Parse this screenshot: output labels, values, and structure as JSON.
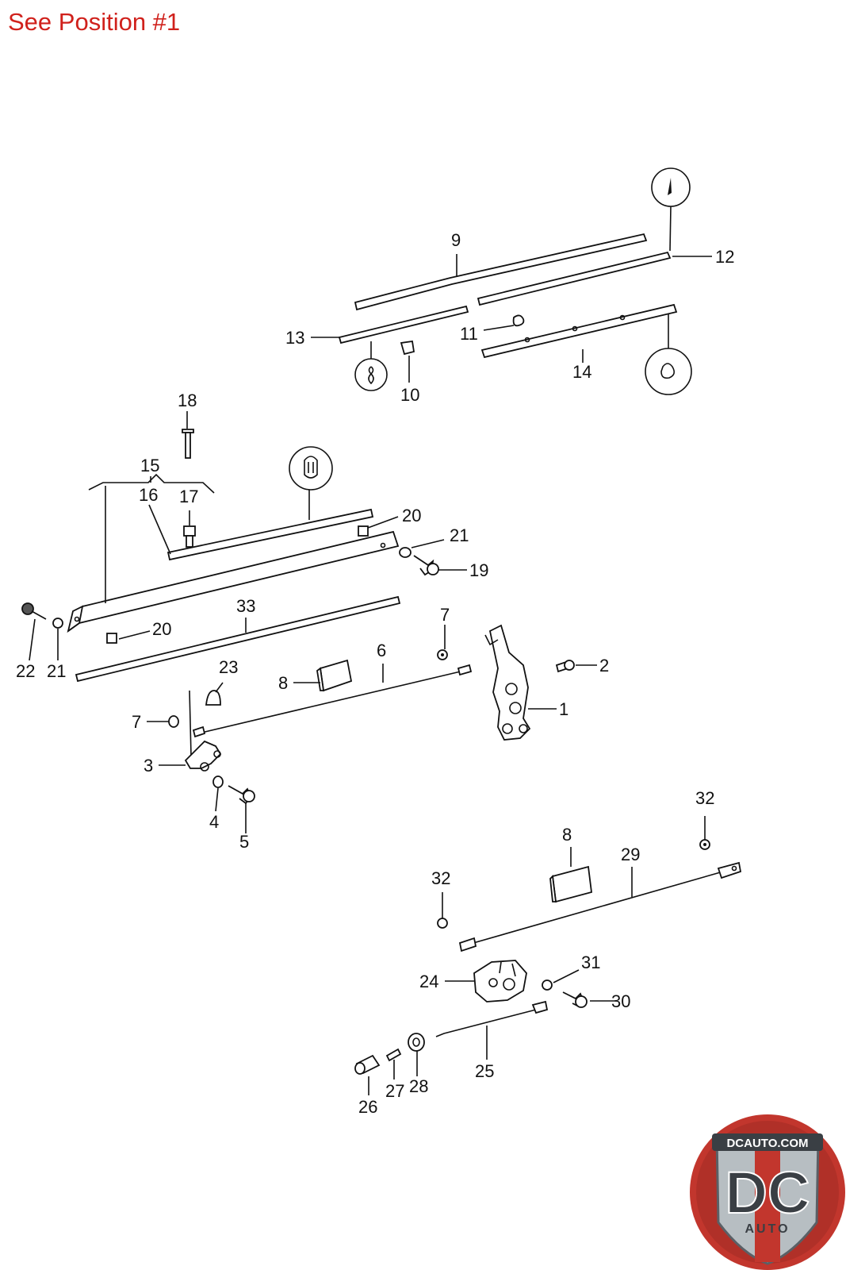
{
  "header": {
    "caption": "See Position #1"
  },
  "labels": {
    "l1": "1",
    "l2": "2",
    "l3": "3",
    "l4": "4",
    "l5": "5",
    "l6": "6",
    "l7a": "7",
    "l7b": "7",
    "l8a": "8",
    "l8b": "8",
    "l9": "9",
    "l10": "10",
    "l11": "11",
    "l12": "12",
    "l13": "13",
    "l14": "14",
    "l15": "15",
    "l16": "16",
    "l17": "17",
    "l18": "18",
    "l19": "19",
    "l20a": "20",
    "l20b": "20",
    "l21a": "21",
    "l21b": "21",
    "l22": "22",
    "l23": "23",
    "l24": "24",
    "l25": "25",
    "l26": "26",
    "l27": "27",
    "l28": "28",
    "l29": "29",
    "l30": "30",
    "l31": "31",
    "l32a": "32",
    "l32b": "32",
    "l33": "33"
  },
  "logo": {
    "top_text": "DCAUTO.COM",
    "mark": "DC",
    "sub": "AUTO",
    "colors": {
      "ring": "#b8231e",
      "badge": "#9aa3a8",
      "dark": "#3a3f44"
    }
  }
}
